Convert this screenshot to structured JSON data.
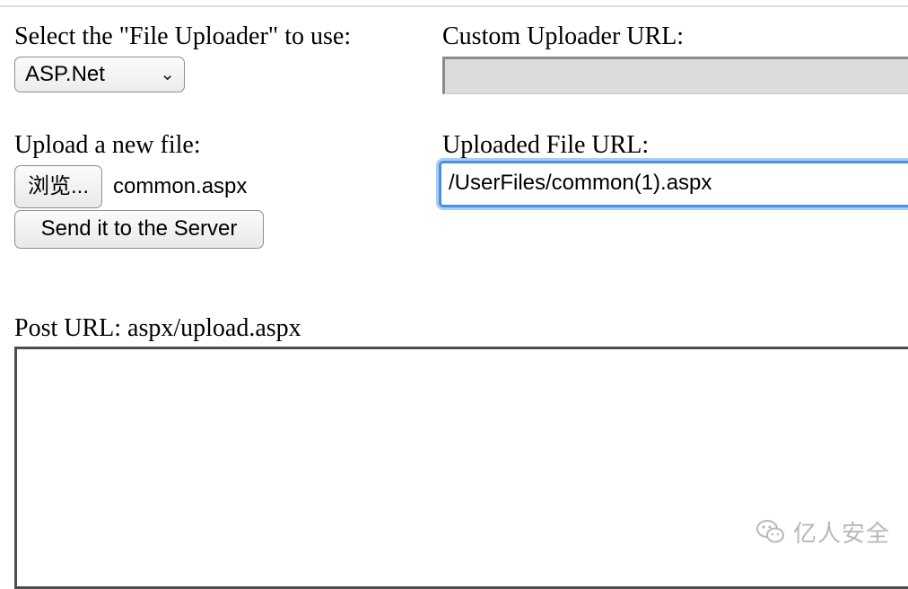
{
  "uploader_select": {
    "label": "Select the \"File Uploader\" to use:",
    "value": "ASP.Net"
  },
  "custom_uploader": {
    "label": "Custom Uploader URL:",
    "value": ""
  },
  "upload": {
    "label": "Upload a new file:",
    "browse_label": "浏览...",
    "file_name": "common.aspx",
    "send_label": "Send it to the Server"
  },
  "uploaded_url": {
    "label": "Uploaded File URL:",
    "value": "/UserFiles/common(1).aspx"
  },
  "post_url": {
    "label": "Post URL: aspx/upload.aspx"
  },
  "watermark": {
    "text": "亿人安全",
    "icon": "wechat-icon"
  },
  "colors": {
    "focus_border": "#4a90e2",
    "focus_ring": "#a8cdf3",
    "disabled_bg": "#dcdcdc"
  }
}
